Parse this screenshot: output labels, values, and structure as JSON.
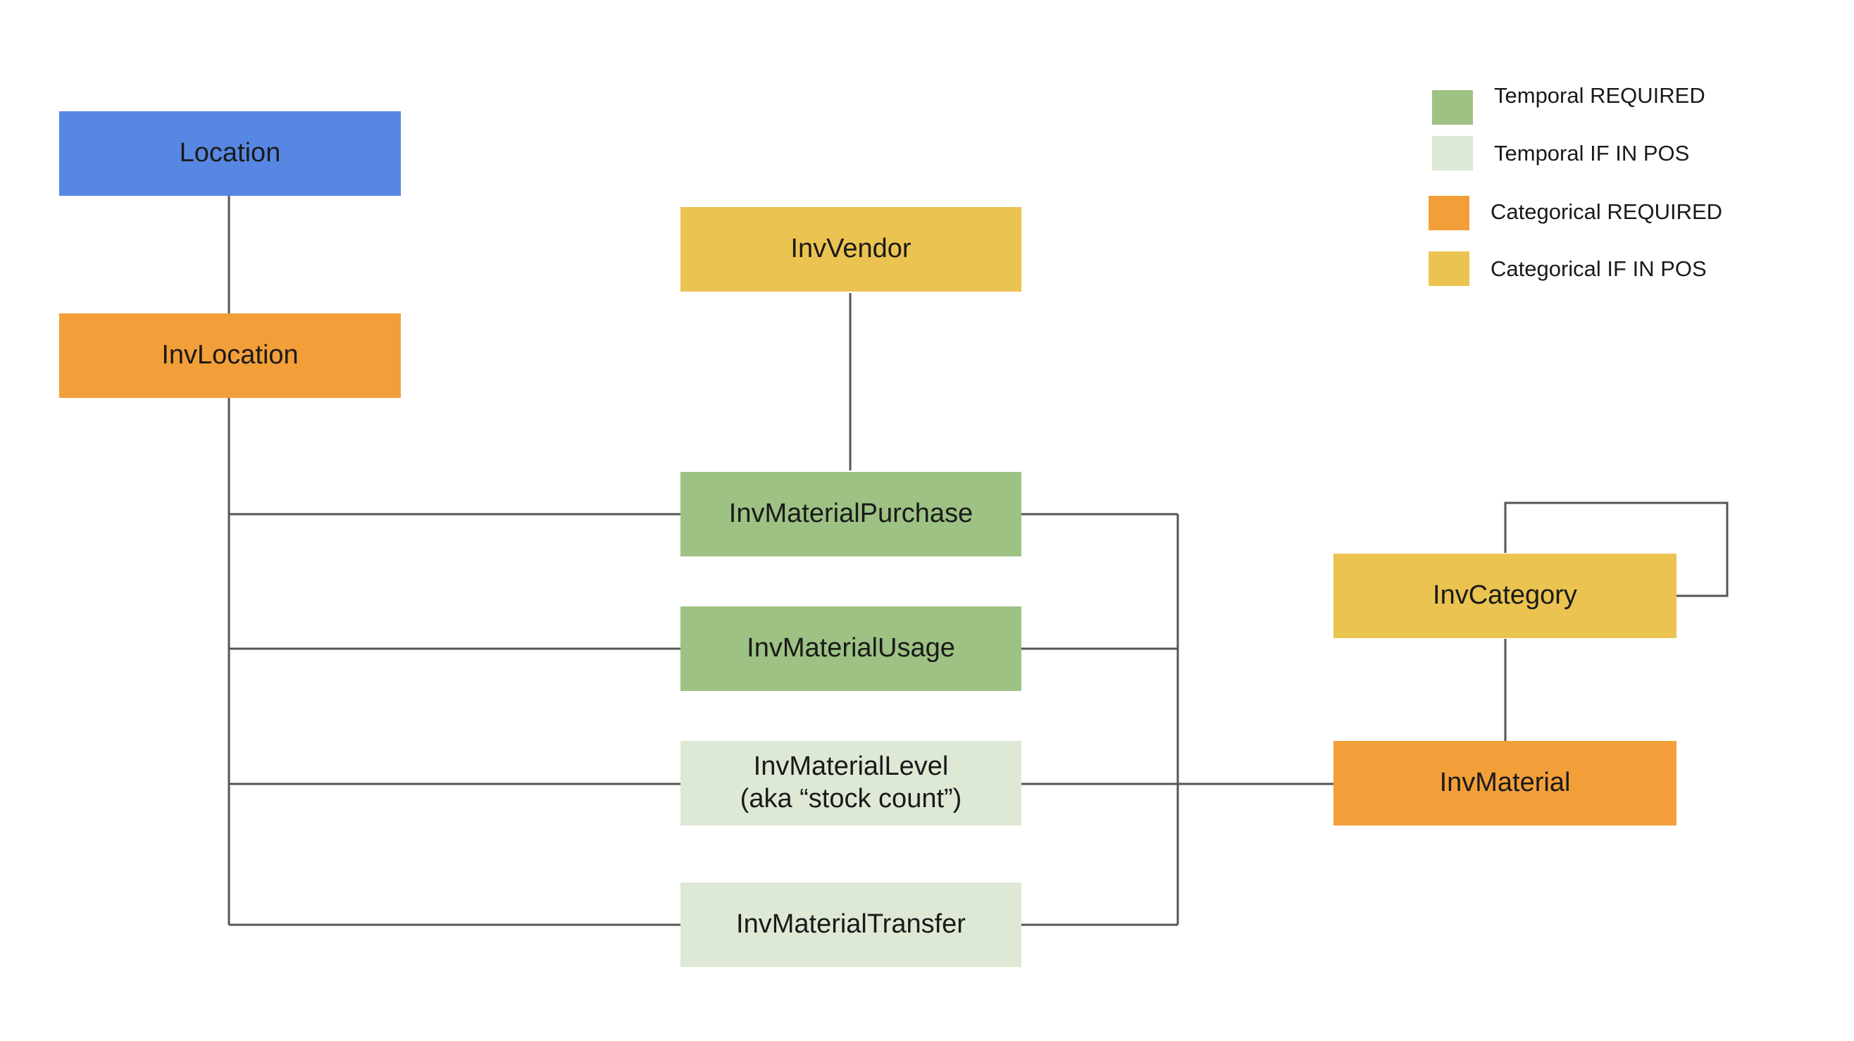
{
  "colors": {
    "location": "#5787E2",
    "categorical_required": "#F39F39",
    "categorical_if_in_pos": "#EBC350",
    "temporal_required": "#9DC283",
    "temporal_if_in_pos": "#DEE9D5",
    "connector": "#555555"
  },
  "nodes": {
    "location": "Location",
    "inv_location": "InvLocation",
    "inv_vendor": "InvVendor",
    "inv_material_purchase": "InvMaterialPurchase",
    "inv_material_usage": "InvMaterialUsage",
    "inv_material_level_line1": "InvMaterialLevel",
    "inv_material_level_line2": "(aka “stock count”)",
    "inv_material_transfer": "InvMaterialTransfer",
    "inv_category": "InvCategory",
    "inv_material": "InvMaterial"
  },
  "legend": [
    {
      "label": "Temporal REQUIRED",
      "color": "#9DC283"
    },
    {
      "label": "Temporal IF IN POS",
      "color": "#DEE9D5"
    },
    {
      "label": "Categorical REQUIRED",
      "color": "#F39F39"
    },
    {
      "label": "Categorical IF IN POS",
      "color": "#EBC350"
    }
  ]
}
